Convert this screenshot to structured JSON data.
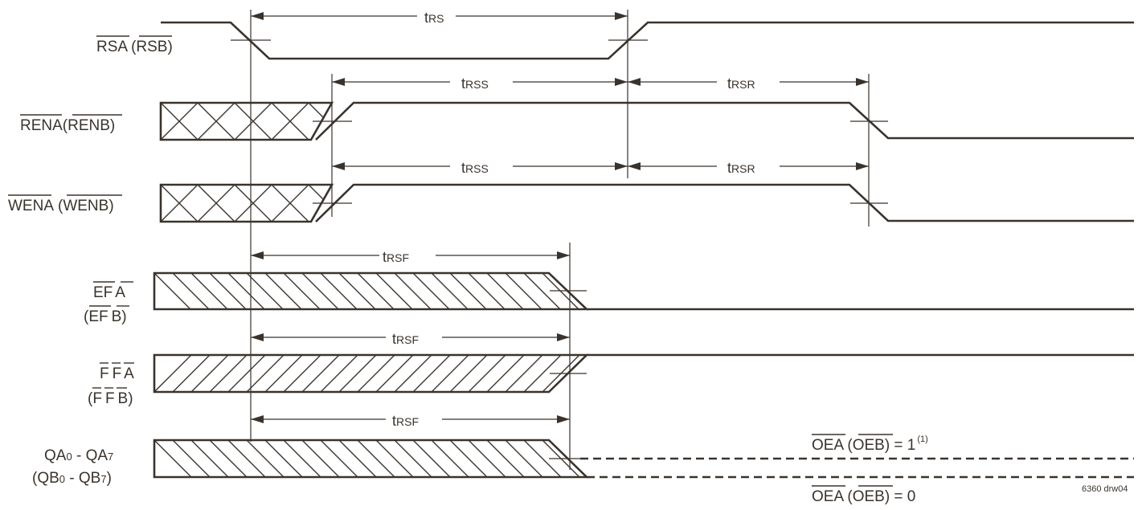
{
  "signals": {
    "rs": {
      "part1": "RSA",
      "part2": "(",
      "part3": "RSB",
      "part4": ")"
    },
    "ren": {
      "part1": "RENA",
      "part2": "(",
      "part3": "RENB",
      "part4": ")"
    },
    "wen": {
      "part1": "WENA",
      "part2": "(",
      "part3": "WENB",
      "part4": ")"
    },
    "ef": {
      "line1a": "EF",
      "line1b": "A",
      "line2a": "(",
      "line2b": "EF",
      "line2c": "B",
      "line2d": ")"
    },
    "ff": {
      "line1a": "F",
      "line1b": "F",
      "line1c": "A",
      "line2a": "(",
      "line2b": "F",
      "line2c": "F",
      "line2d": "B",
      "line2e": ")"
    },
    "q": {
      "line1a": "QA",
      "line1b": "0",
      "line1c": " - QA",
      "line1d": "7",
      "line2a": "(QB",
      "line2b": "0",
      "line2c": " - QB",
      "line2d": "7",
      "line2e": ")"
    }
  },
  "timings": {
    "rs": {
      "t": "t",
      "s": "RS"
    },
    "rss1": {
      "t": "t",
      "s": "RSS"
    },
    "rsr1": {
      "t": "t",
      "s": "RSR"
    },
    "rss2": {
      "t": "t",
      "s": "RSS"
    },
    "rsr2": {
      "t": "t",
      "s": "RSR"
    },
    "rsf1": {
      "t": "t",
      "s": "RSF"
    },
    "rsf2": {
      "t": "t",
      "s": "RSF"
    },
    "rsf3": {
      "t": "t",
      "s": "RSF"
    }
  },
  "notes": {
    "oe_high": {
      "a": "OEA",
      "b": " (",
      "c": "OEB",
      "d": ") = 1",
      "sup": "(1)"
    },
    "oe_low": {
      "a": "OEA",
      "b": " (",
      "c": "OEB",
      "d": ") = 0"
    },
    "drawing_id": "6360 drw04"
  }
}
